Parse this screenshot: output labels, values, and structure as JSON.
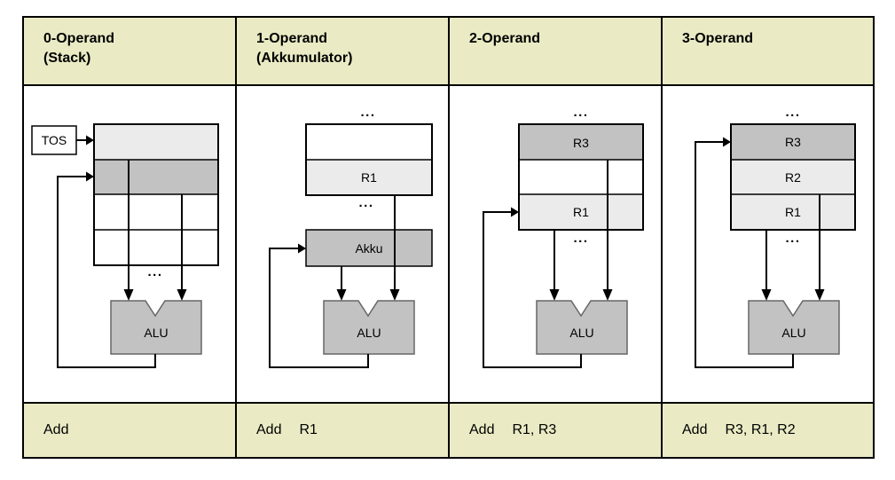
{
  "colors": {
    "band_bg": "#eaebc4",
    "cell_light": "#ebebeb",
    "cell_dark": "#c2c2c2",
    "cell_white": "#ffffff",
    "alu_fill": "#c2c2c2",
    "alu_border": "#666666",
    "line": "#000000"
  },
  "columns": [
    {
      "header_line1": "0-Operand",
      "header_line2": "(Stack)",
      "mnemonic": "Add",
      "operands": "",
      "tos": "TOS",
      "dots_mid": "...",
      "alu": "ALU"
    },
    {
      "header_line1": "1-Operand",
      "header_line2": "(Akkumulator)",
      "mnemonic": "Add",
      "operands": "R1",
      "dots_top": "...",
      "dots_mid": "...",
      "reg2": "R1",
      "akku": "Akku",
      "alu": "ALU"
    },
    {
      "header_line1": "2-Operand",
      "mnemonic": "Add",
      "operands": "R1, R3",
      "dots_top": "...",
      "dots_mid": "...",
      "reg1": "R3",
      "reg3": "R1",
      "alu": "ALU"
    },
    {
      "header_line1": "3-Operand",
      "mnemonic": "Add",
      "operands": "R3, R1, R2",
      "dots_top": "...",
      "dots_mid": "...",
      "reg1": "R3",
      "reg2": "R2",
      "reg3": "R1",
      "alu": "ALU"
    }
  ]
}
